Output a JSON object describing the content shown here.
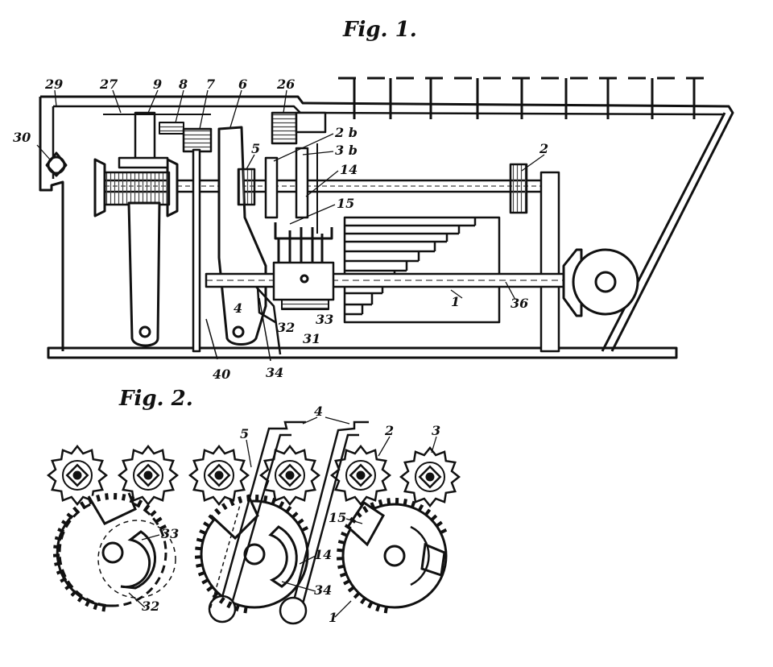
{
  "figures": [
    {
      "title": "Fig. 1."
    },
    {
      "title": "Fig. 2."
    }
  ],
  "fig1_labels": [
    "29",
    "27",
    "9",
    "8",
    "7",
    "6",
    "26",
    "30",
    "5",
    "2 b",
    "3 b",
    "14",
    "15",
    "2",
    "4",
    "32",
    "31",
    "33",
    "34",
    "40",
    "1",
    "36"
  ],
  "fig2_labels": [
    "4",
    "5",
    "2",
    "3",
    "15",
    "33",
    "14",
    "34",
    "32",
    "1"
  ],
  "colors": {
    "ink": "#111111",
    "paper": "#ffffff",
    "hatch": "#444444"
  }
}
